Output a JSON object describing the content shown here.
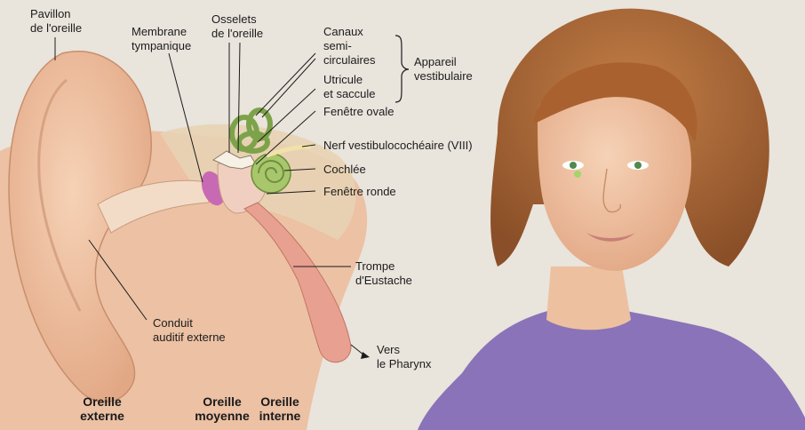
{
  "labels": {
    "pavillon": [
      "Pavillon",
      "de l'oreille"
    ],
    "membrane": [
      "Membrane",
      "tympanique"
    ],
    "osselets": [
      "Osselets",
      "de l'oreille"
    ],
    "canaux": [
      "Canaux",
      "semi-",
      "circulaires"
    ],
    "utricule": [
      "Utricule",
      "et saccule"
    ],
    "appareil": [
      "Appareil",
      "vestibulaire"
    ],
    "fenetre_ovale": "Fenêtre ovale",
    "nerf": "Nerf vestibulocochéaire (VIII)",
    "cochlee": "Cochlée",
    "fenetre_ronde": "Fenêtre ronde",
    "trompe": [
      "Trompe",
      "d'Eustache"
    ],
    "conduit": [
      "Conduit",
      "auditif externe"
    ],
    "vers": [
      "Vers",
      "le Pharynx"
    ]
  },
  "zones": [
    {
      "label": [
        "Oreille",
        "externe"
      ],
      "color": "#e7a7c4"
    },
    {
      "label": [
        "Oreille",
        "moyenne"
      ],
      "color": "#efe08c"
    },
    {
      "label": [
        "Oreille",
        "interne"
      ],
      "color": "#b6d98f"
    }
  ],
  "colors": {
    "skin": "#f1c2a2",
    "hair": "#b26a36",
    "sweater": "#8a73b8",
    "cochlea": "#a8c66c",
    "eardrum": "#c86ab3",
    "eustachian": "#e8a091"
  }
}
